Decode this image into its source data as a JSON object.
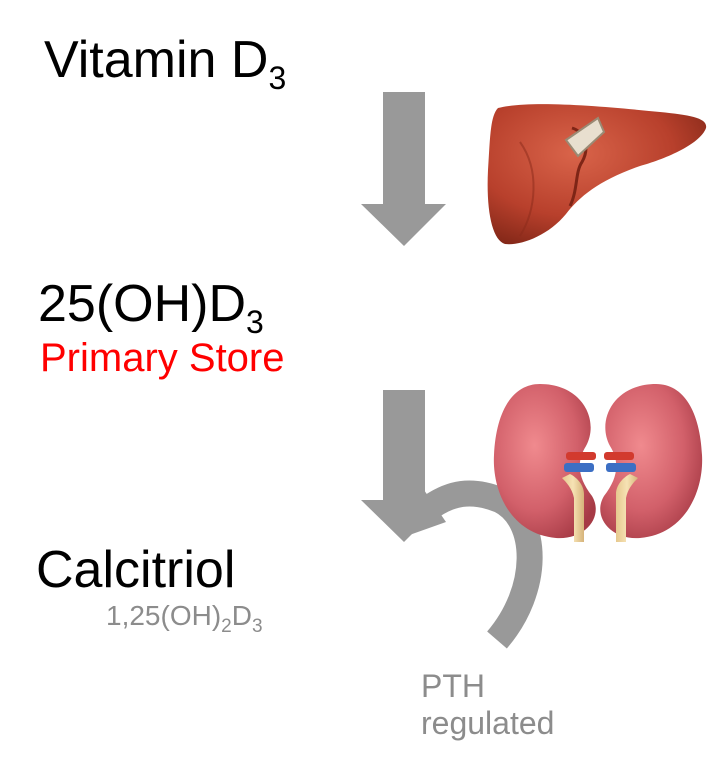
{
  "steps": [
    {
      "main": "Vitamin D",
      "sub": "3"
    },
    {
      "main": "25(OH)D",
      "sub": "3",
      "note": "Primary Store"
    },
    {
      "main": "Calcitriol",
      "formula": {
        "a": "1,25(OH)",
        "a_sub": "2",
        "b": "D",
        "b_sub": "3"
      }
    }
  ],
  "regulation": {
    "line1": "PTH",
    "line2": "regulated"
  },
  "colors": {
    "arrow": "#999999",
    "note": "#ff0000",
    "muted": "#8c8c8c",
    "liver": "#b8402c",
    "kidney": "#d2606a"
  },
  "icons": [
    "liver-illustration",
    "kidneys-illustration"
  ]
}
